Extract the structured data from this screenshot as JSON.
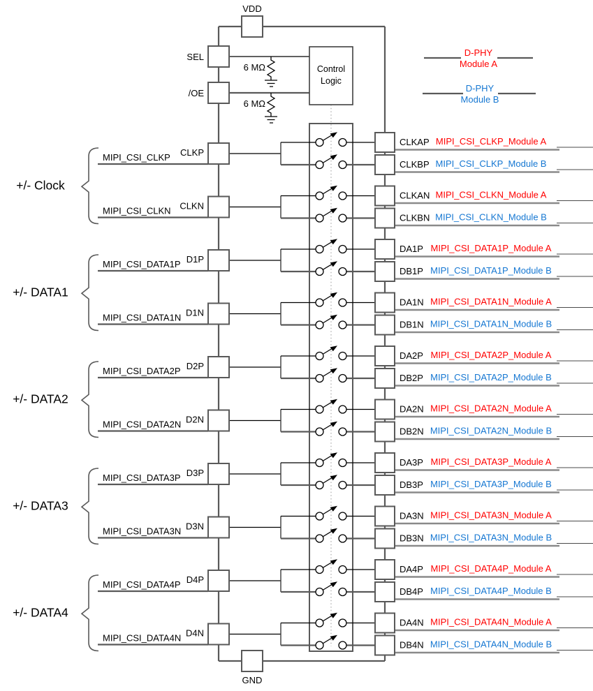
{
  "colors": {
    "module_a": "#ff0000",
    "module_b": "#1577d2",
    "wire": "#595959"
  },
  "power": {
    "vdd": "VDD",
    "gnd": "GND"
  },
  "control": {
    "sel": "SEL",
    "oe": "/OE",
    "logic": [
      "Control",
      "Logic"
    ],
    "pull_resistor": "6 MΩ"
  },
  "legend": [
    {
      "line1": "D-PHY",
      "line2": "Module A",
      "module": "A"
    },
    {
      "line1": "D-PHY",
      "line2": "Module B",
      "module": "B"
    }
  ],
  "groups": [
    {
      "label": "+/- Clock",
      "pins": [
        {
          "name": "CLKP",
          "net": "MIPI_CSI_CLKP",
          "rows": [
            {
              "name": "CLKAP",
              "net": "MIPI_CSI_CLKP_Module A",
              "module": "A"
            },
            {
              "name": "CLKBP",
              "net": "MIPI_CSI_CLKP_Module B",
              "module": "B"
            }
          ]
        },
        {
          "name": "CLKN",
          "net": "MIPI_CSI_CLKN",
          "rows": [
            {
              "name": "CLKAN",
              "net": "MIPI_CSI_CLKN_Module A",
              "module": "A"
            },
            {
              "name": "CLKBN",
              "net": "MIPI_CSI_CLKN_Module B",
              "module": "B"
            }
          ]
        }
      ]
    },
    {
      "label": "+/- DATA1",
      "pins": [
        {
          "name": "D1P",
          "net": "MIPI_CSI_DATA1P",
          "rows": [
            {
              "name": "DA1P",
              "net": "MIPI_CSI_DATA1P_Module A",
              "module": "A"
            },
            {
              "name": "DB1P",
              "net": "MIPI_CSI_DATA1P_Module B",
              "module": "B"
            }
          ]
        },
        {
          "name": "D1N",
          "net": "MIPI_CSI_DATA1N",
          "rows": [
            {
              "name": "DA1N",
              "net": "MIPI_CSI_DATA1N_Module A",
              "module": "A"
            },
            {
              "name": "DB1N",
              "net": "MIPI_CSI_DATA1N_Module B",
              "module": "B"
            }
          ]
        }
      ]
    },
    {
      "label": "+/- DATA2",
      "pins": [
        {
          "name": "D2P",
          "net": "MIPI_CSI_DATA2P",
          "rows": [
            {
              "name": "DA2P",
              "net": "MIPI_CSI_DATA2P_Module A",
              "module": "A"
            },
            {
              "name": "DB2P",
              "net": "MIPI_CSI_DATA2P_Module B",
              "module": "B"
            }
          ]
        },
        {
          "name": "D2N",
          "net": "MIPI_CSI_DATA2N",
          "rows": [
            {
              "name": "DA2N",
              "net": "MIPI_CSI_DATA2N_Module A",
              "module": "A"
            },
            {
              "name": "DB2N",
              "net": "MIPI_CSI_DATA2N_Module B",
              "module": "B"
            }
          ]
        }
      ]
    },
    {
      "label": "+/- DATA3",
      "pins": [
        {
          "name": "D3P",
          "net": "MIPI_CSI_DATA3P",
          "rows": [
            {
              "name": "DA3P",
              "net": "MIPI_CSI_DATA3P_Module A",
              "module": "A"
            },
            {
              "name": "DB3P",
              "net": "MIPI_CSI_DATA3P_Module B",
              "module": "B"
            }
          ]
        },
        {
          "name": "D3N",
          "net": "MIPI_CSI_DATA3N",
          "rows": [
            {
              "name": "DA3N",
              "net": "MIPI_CSI_DATA3N_Module A",
              "module": "A"
            },
            {
              "name": "DB3N",
              "net": "MIPI_CSI_DATA3N_Module B",
              "module": "B"
            }
          ]
        }
      ]
    },
    {
      "label": "+/- DATA4",
      "pins": [
        {
          "name": "D4P",
          "net": "MIPI_CSI_DATA4P",
          "rows": [
            {
              "name": "DA4P",
              "net": "MIPI_CSI_DATA4P_Module A",
              "module": "A"
            },
            {
              "name": "DB4P",
              "net": "MIPI_CSI_DATA4P_Module B",
              "module": "B"
            }
          ]
        },
        {
          "name": "D4N",
          "net": "MIPI_CSI_DATA4N",
          "rows": [
            {
              "name": "DA4N",
              "net": "MIPI_CSI_DATA4N_Module A",
              "module": "A"
            },
            {
              "name": "DB4N",
              "net": "MIPI_CSI_DATA4N_Module B",
              "module": "B"
            }
          ]
        }
      ]
    }
  ]
}
